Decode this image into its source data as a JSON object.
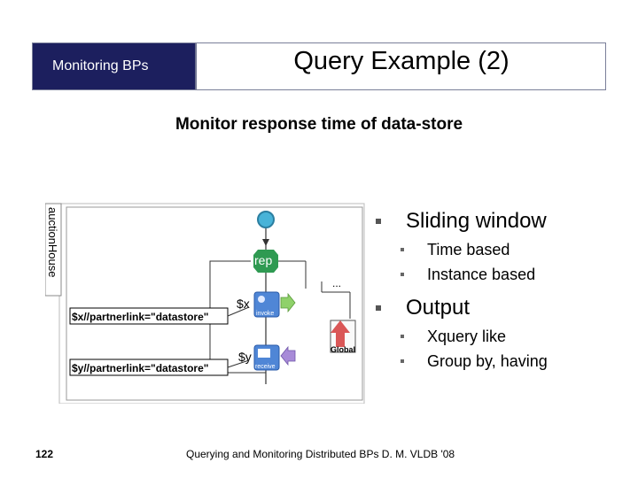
{
  "header": {
    "section": "Monitoring  BPs",
    "title": "Query Example (2)"
  },
  "subtitle": "Monitor response time of data-store",
  "diagram": {
    "pool_label": "auctionHouse",
    "rep_label": "rep",
    "ellipsis": "...",
    "var_x": "$x",
    "var_y": "$y",
    "invoke_label": "invoke",
    "receive_label": "receive",
    "global_label": "Global",
    "query_x": "$x//partnerlink=\"datastore\"",
    "query_y": "$y//partnerlink=\"datastore\""
  },
  "bullets": [
    {
      "text": "Sliding window",
      "sub": [
        "Time based",
        "Instance based"
      ]
    },
    {
      "text": "Output",
      "sub": [
        "Xquery like",
        "Group by, having"
      ]
    }
  ],
  "footer": {
    "page_number": "122",
    "citation": "Querying and Monitoring Distributed BPs D. M. VLDB '08"
  },
  "colors": {
    "header_dark": "#1c1f5e",
    "rep_green": "#2f9a52",
    "task_blue": "#4f86d6",
    "arrow_green": "#8fd16a",
    "arrow_purple": "#a88bd8",
    "alert_red": "#d43a3a"
  }
}
